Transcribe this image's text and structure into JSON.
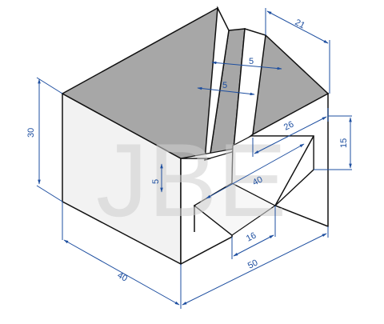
{
  "diagram": {
    "watermark": "JBE",
    "dimensions": {
      "height": "30",
      "depth": "40",
      "width": "50",
      "top_right": "21",
      "slot_a": "5",
      "slot_b": "5",
      "left_small": "5",
      "step_depth": "26",
      "right_height": "15",
      "channel_depth": "40",
      "channel_width": "16"
    },
    "colors": {
      "outline": "#111111",
      "dimension": "#1e4fa0",
      "top_face": "#a7a7a7",
      "left_face": "#f2f2f2",
      "front_face": "#ffffff",
      "watermark": "#cfcfcf"
    }
  }
}
